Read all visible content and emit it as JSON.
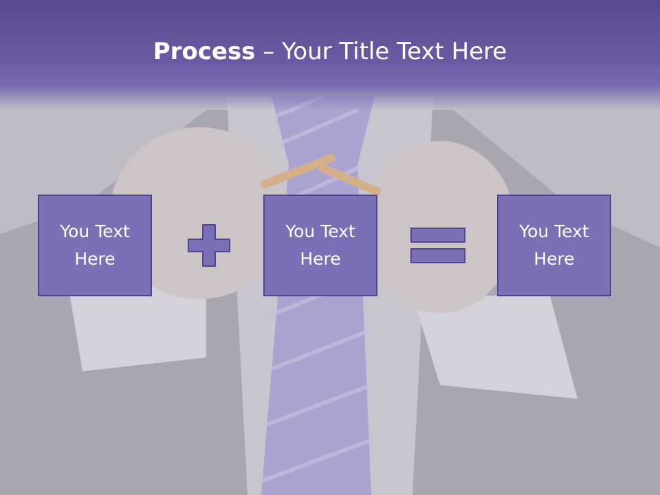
{
  "slide": {
    "title_bold": "Process",
    "title_rest": " – Your Title Text Here",
    "boxes": [
      {
        "line1": "You Text",
        "line2": "Here"
      },
      {
        "line1": "You Text",
        "line2": "Here"
      },
      {
        "line1": "You Text",
        "line2": "Here"
      }
    ],
    "operators": [
      "plus-icon",
      "equals-icon"
    ],
    "colors": {
      "accent": "#7b6fb6",
      "border": "#4f4590",
      "header": "#6a5aa4",
      "text": "#ffffff"
    }
  }
}
